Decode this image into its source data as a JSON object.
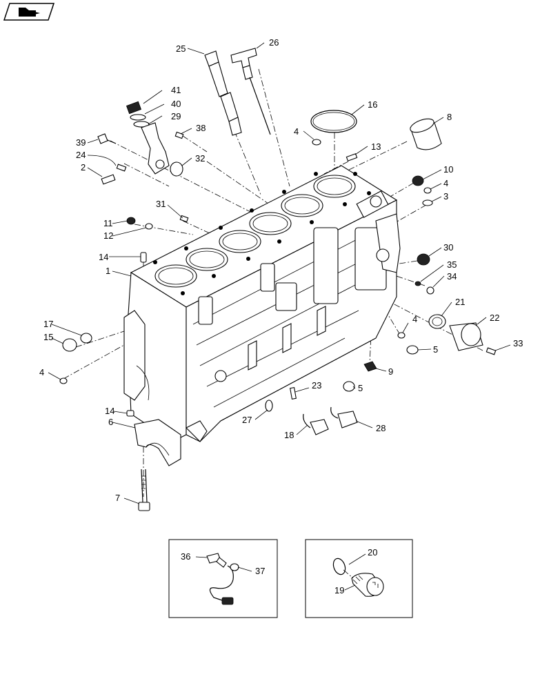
{
  "icon": {
    "name": "nav-arrow-icon"
  },
  "labels": {
    "p1": "1",
    "p2": "2",
    "p3": "3",
    "p4a": "4",
    "p4b": "4",
    "p4c": "4",
    "p4d": "4",
    "p5a": "5",
    "p5b": "5",
    "p6": "6",
    "p7": "7",
    "p8": "8",
    "p9": "9",
    "p10": "10",
    "p11": "11",
    "p12": "12",
    "p13": "13",
    "p14a": "14",
    "p14b": "14",
    "p15": "15",
    "p16": "16",
    "p17": "17",
    "p18": "18",
    "p19": "19",
    "p20": "20",
    "p21": "21",
    "p22": "22",
    "p23": "23",
    "p24": "24",
    "p25": "25",
    "p26": "26",
    "p27": "27",
    "p28": "28",
    "p29": "29",
    "p30": "30",
    "p31": "31",
    "p32": "32",
    "p33": "33",
    "p34": "34",
    "p35": "35",
    "p36": "36",
    "p37": "37",
    "p38": "38",
    "p39": "39",
    "p40": "40",
    "p41": "41"
  }
}
